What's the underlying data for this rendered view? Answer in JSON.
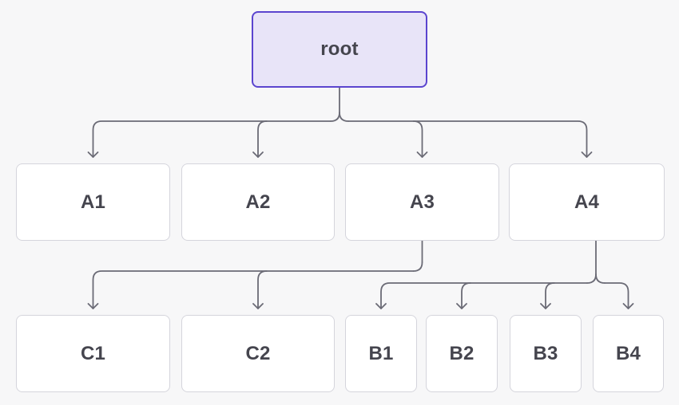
{
  "diagram": {
    "title": "tree-diagram",
    "colors": {
      "background": "#f7f7f8",
      "connector": "#6b6b76",
      "node_fill": "#ffffff",
      "node_border": "#d5d5dc",
      "node_text": "#45454e",
      "root_fill": "#e8e4f8",
      "root_border": "#5b45cf"
    },
    "nodes": [
      {
        "id": "root",
        "label": "root",
        "variant": "root"
      },
      {
        "id": "A1",
        "label": "A1",
        "variant": "default"
      },
      {
        "id": "A2",
        "label": "A2",
        "variant": "default"
      },
      {
        "id": "A3",
        "label": "A3",
        "variant": "default"
      },
      {
        "id": "A4",
        "label": "A4",
        "variant": "default"
      },
      {
        "id": "C1",
        "label": "C1",
        "variant": "default"
      },
      {
        "id": "C2",
        "label": "C2",
        "variant": "default"
      },
      {
        "id": "B1",
        "label": "B1",
        "variant": "default"
      },
      {
        "id": "B2",
        "label": "B2",
        "variant": "default"
      },
      {
        "id": "B3",
        "label": "B3",
        "variant": "default"
      },
      {
        "id": "B4",
        "label": "B4",
        "variant": "default"
      }
    ],
    "edges": [
      {
        "from": "root",
        "to": "A1"
      },
      {
        "from": "root",
        "to": "A2"
      },
      {
        "from": "root",
        "to": "A3"
      },
      {
        "from": "root",
        "to": "A4"
      },
      {
        "from": "A3",
        "to": "C1"
      },
      {
        "from": "A3",
        "to": "C2"
      },
      {
        "from": "A4",
        "to": "B1"
      },
      {
        "from": "A4",
        "to": "B2"
      },
      {
        "from": "A4",
        "to": "B3"
      },
      {
        "from": "A4",
        "to": "B4"
      }
    ]
  }
}
